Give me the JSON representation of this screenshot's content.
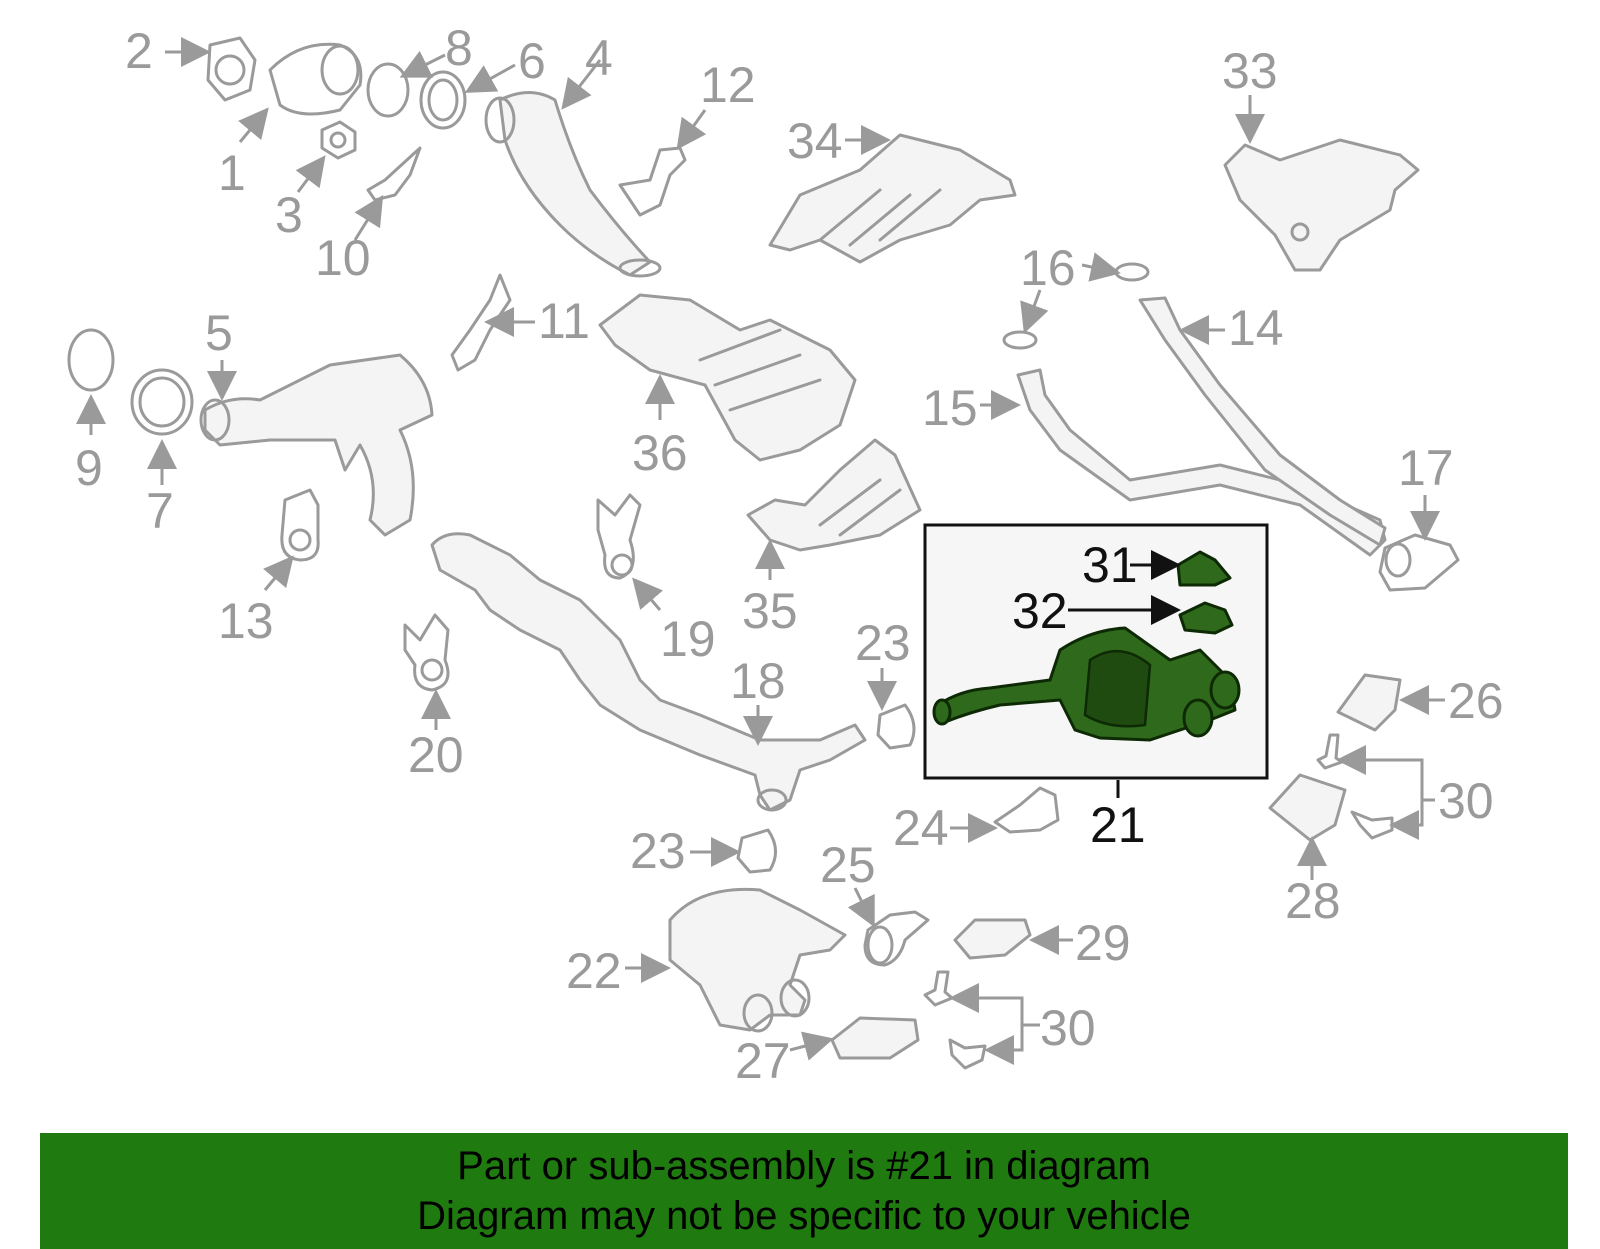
{
  "callouts": {
    "c1": "1",
    "c2": "2",
    "c3": "3",
    "c4": "4",
    "c5": "5",
    "c6": "6",
    "c7": "7",
    "c8": "8",
    "c9": "9",
    "c10": "10",
    "c11": "11",
    "c12": "12",
    "c13": "13",
    "c14": "14",
    "c15": "15",
    "c16": "16",
    "c17": "17",
    "c18": "18",
    "c19": "19",
    "c20": "20",
    "c21": "21",
    "c22": "22",
    "c23a": "23",
    "c23b": "23",
    "c24": "24",
    "c25": "25",
    "c26": "26",
    "c27": "27",
    "c28": "28",
    "c29": "29",
    "c30a": "30",
    "c30b": "30",
    "c31": "31",
    "c32": "32",
    "c33": "33",
    "c34": "34",
    "c35": "35",
    "c36": "36"
  },
  "highlight": {
    "part_number": "21",
    "color": "#2f6a1c"
  },
  "banner": {
    "line1": "Part or sub-assembly is #21 in diagram",
    "line2": "Diagram may not be specific to your vehicle",
    "background": "#1f7a10"
  }
}
